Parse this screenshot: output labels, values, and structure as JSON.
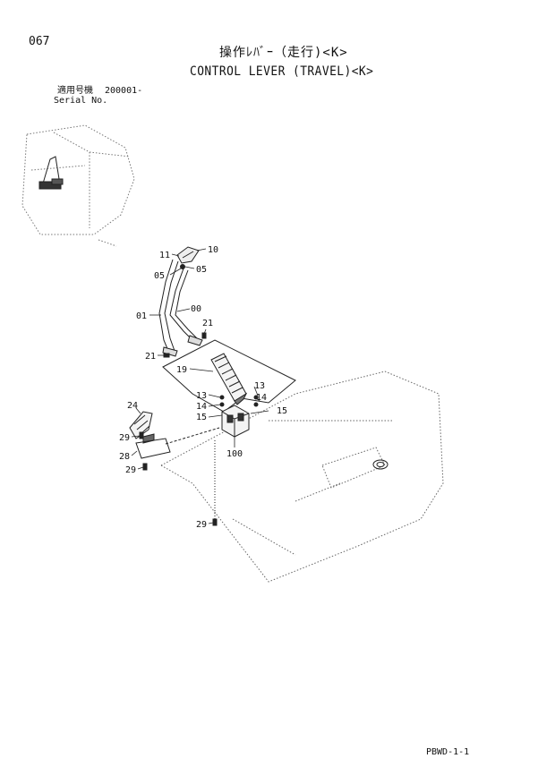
{
  "page_number": "067",
  "title_jp": "操作ﾚﾊﾞｰ（走行)<K>",
  "title_en": "CONTROL LEVER (TRAVEL)<K>",
  "serial": {
    "label_jp": "適用号機",
    "value": "200001-",
    "label_en": "Serial No."
  },
  "callouts": [
    "11",
    "10",
    "05",
    "05",
    "01",
    "00",
    "21",
    "21",
    "19",
    "13",
    "14",
    "15",
    "13",
    "14",
    "15",
    "24",
    "29",
    "28",
    "29",
    "100",
    "29"
  ],
  "footer_code": "PBWD-1-1"
}
